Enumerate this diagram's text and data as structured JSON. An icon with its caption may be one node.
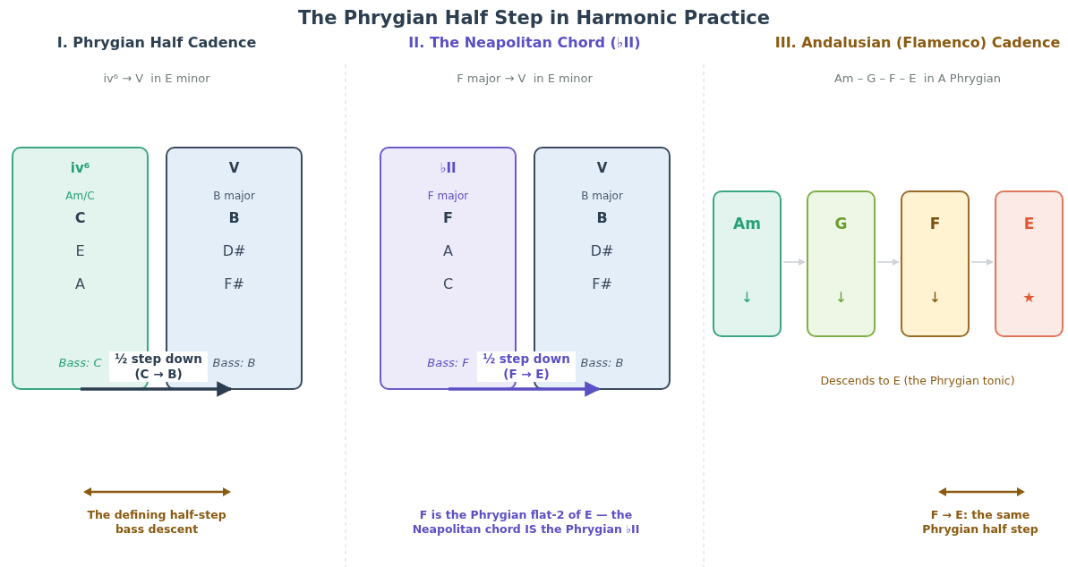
{
  "diagram": {
    "title": "The Phrygian Half Step in Harmonic Practice",
    "nodes": [
      {
        "text": [
          "iv⁶",
          "Am/C",
          "C",
          "E",
          "A",
          "Bass: C"
        ]
      },
      {
        "text": [
          "V",
          "B major",
          "B",
          "D#",
          "F#",
          "Bass: B"
        ]
      },
      {
        "text": [
          "♭II",
          "F major",
          "F",
          "A",
          "C",
          "Bass: F"
        ]
      },
      {
        "text": [
          "V",
          "B major",
          "B",
          "D#",
          "F#",
          "Bass: B"
        ]
      },
      {
        "text": [
          "Am",
          "↓"
        ]
      },
      {
        "text": [
          "G",
          "↓"
        ]
      },
      {
        "text": [
          "F",
          "↓"
        ]
      },
      {
        "text": [
          "E",
          "★"
        ]
      }
    ],
    "edges": [
      {
        "from": 0,
        "to": 1,
        "arrow": "to",
        "label": "½ step down (C → B)",
        "style": "thick",
        "color": "#2c3e50"
      },
      {
        "from": 2,
        "to": 3,
        "arrow": "to",
        "label": "½ step down (F → E)",
        "style": "thick",
        "color": "#5b4fc4"
      },
      {
        "from": 4,
        "to": 5,
        "arrow": "to"
      },
      {
        "from": 5,
        "to": 6,
        "arrow": "to"
      },
      {
        "from": 6,
        "to": 7,
        "arrow": "to"
      }
    ],
    "labels": [
      "I. Phrygian Half Cadence",
      "II. The Neapolitan Chord (♭II)",
      "III. Andalusian (Flamenco) Cadence",
      "iv⁶ → V  in E minor",
      "F major → V  in E minor",
      "Am – G – F – E  in A Phrygian",
      "Descends to E (the Phrygian tonic)",
      "The defining half-step bass descent",
      "F is the Phrygian flat-2 of E — the Neapolitan chord IS the Phrygian ♭II",
      "F → E: the same Phrygian half step"
    ]
  }
}
